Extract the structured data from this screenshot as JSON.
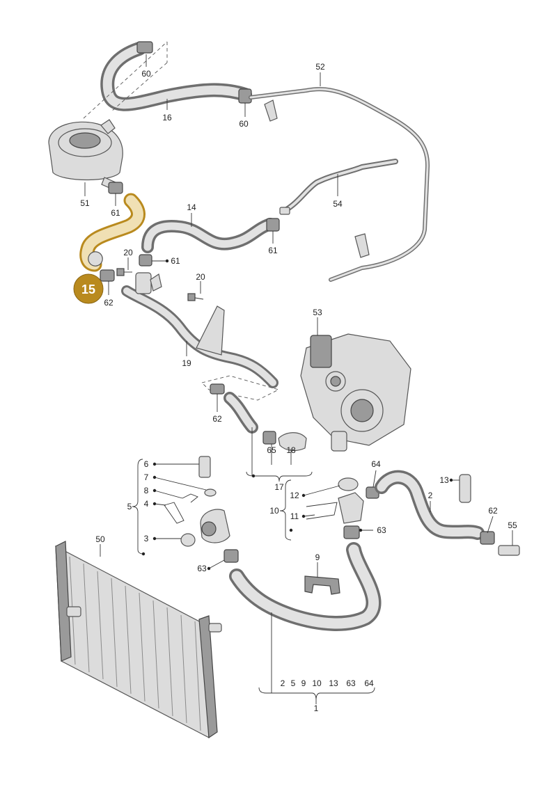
{
  "colors": {
    "highlight": "#b98a1e",
    "badge_text": "#ffffff",
    "line": "#333333",
    "part": "#dcdcdc"
  },
  "badge": {
    "label": "15"
  },
  "callouts": {
    "c60a": "60",
    "c60b": "60",
    "c16": "16",
    "c52": "52",
    "c51": "51",
    "c61a": "61",
    "c14": "14",
    "c54": "54",
    "c61b": "61",
    "c20a": "20",
    "c61c": "61",
    "c62a": "62",
    "c20b": "20",
    "c19": "19",
    "c53": "53",
    "c62b": "62",
    "c65": "65",
    "c18": "18",
    "c17": "17",
    "c6": "6",
    "c7": "7",
    "c8": "8",
    "c4": "4",
    "c5": "5",
    "c3": "3",
    "c64a": "64",
    "c13": "13",
    "c12": "12",
    "c2": "2",
    "c10": "10",
    "c11": "11",
    "c63a": "63",
    "c62c": "62",
    "c55": "55",
    "c50": "50",
    "c9": "9",
    "c63b": "63",
    "c1": "1"
  },
  "group_1_labels": [
    "2",
    "5",
    "9",
    "10",
    "13",
    "63",
    "64"
  ]
}
